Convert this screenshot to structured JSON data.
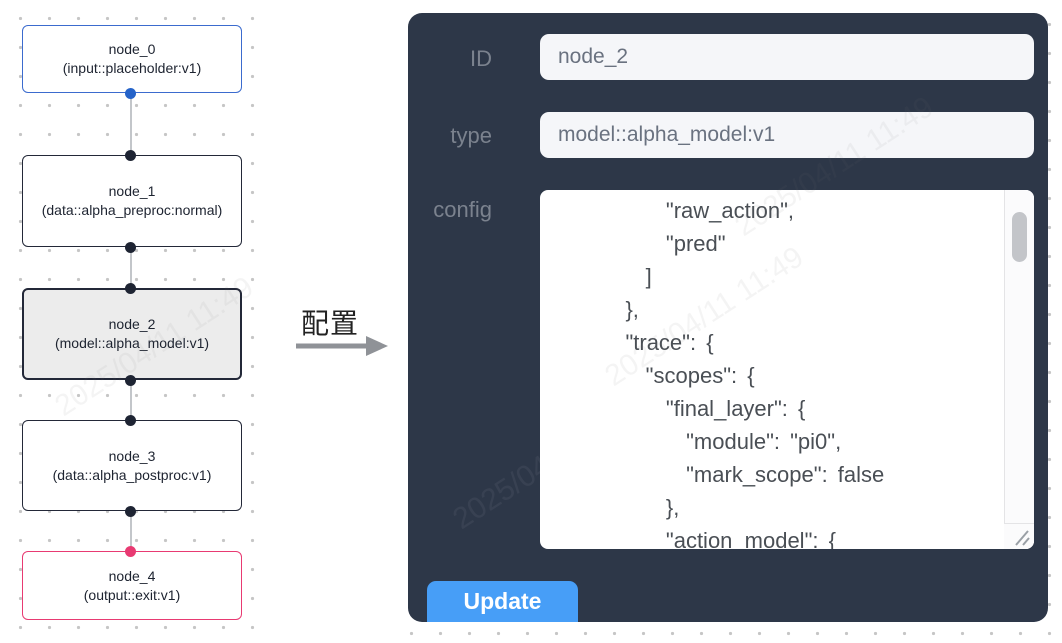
{
  "flow": {
    "nodes": [
      {
        "title": "node_0",
        "subtitle": "(input::placeholder:v1)",
        "kind": "input"
      },
      {
        "title": "node_1",
        "subtitle": "(data::alpha_preproc:normal)",
        "kind": "data"
      },
      {
        "title": "node_2",
        "subtitle": "(model::alpha_model:v1)",
        "kind": "model",
        "selected": true
      },
      {
        "title": "node_3",
        "subtitle": "(data::alpha_postproc:v1)",
        "kind": "data"
      },
      {
        "title": "node_4",
        "subtitle": "(output::exit:v1)",
        "kind": "output"
      }
    ]
  },
  "annotation": {
    "label": "配置"
  },
  "panel": {
    "fields": [
      {
        "label": "ID",
        "value": "node_2"
      },
      {
        "label": "type",
        "value": "model::alpha_model:v1"
      }
    ],
    "config_label": "config",
    "config_lines": [
      "        \"raw_action\",",
      "        \"pred\"",
      "      ]",
      "    },",
      "    \"trace\": {",
      "      \"scopes\": {",
      "        \"final_layer\": {",
      "          \"module\": \"pi0\",",
      "          \"mark_scope\": false",
      "        },",
      "        \"action_model\": {"
    ],
    "update_label": "Update"
  },
  "watermark": {
    "text": "2025/04/11 11:49"
  },
  "colors": {
    "panel_bg": "#2d3748",
    "button_blue": "#479ef7",
    "input_node_border": "#3b6bce",
    "output_node_border": "#e83a72",
    "default_node_border": "#232838",
    "selected_node_bg": "#ececec",
    "input_field_bg": "#f5f6f9",
    "port_blue": "#2563c9",
    "port_pink": "#e83a72"
  }
}
